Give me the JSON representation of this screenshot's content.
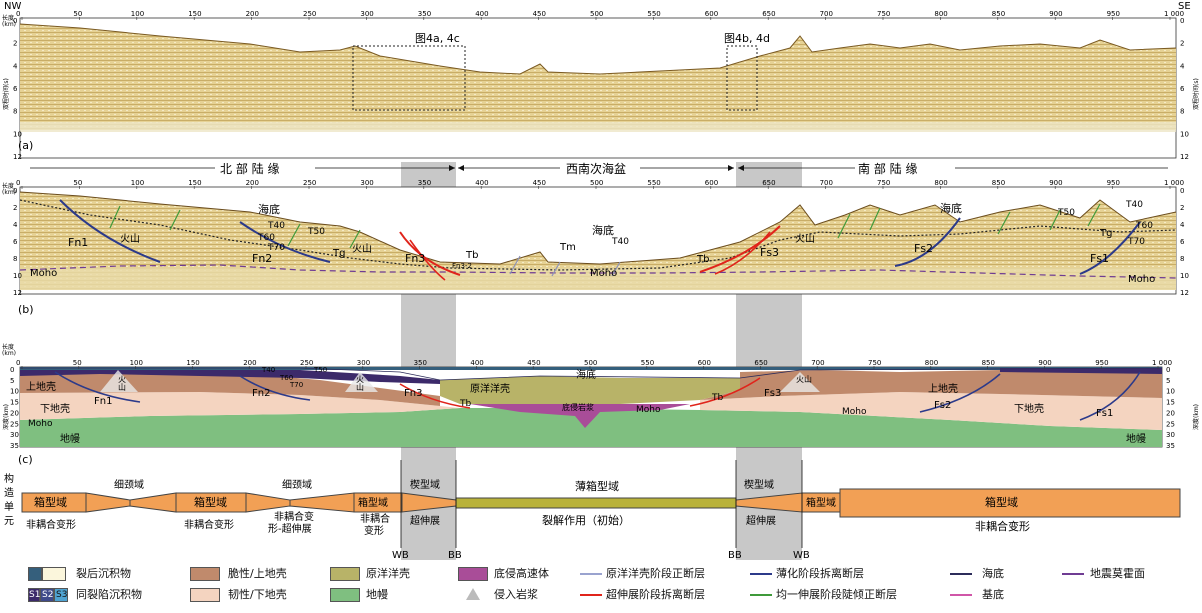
{
  "panel_a": {
    "corner_left": "NW",
    "corner_right": "SE",
    "len_label": "长度\n(km)",
    "twt_label_left": "双程时间(s)",
    "twt_label_right": "双程时间(s)",
    "box1_label": "图4a, 4c",
    "box2_label": "图4b, 4d",
    "panel_label": "(a)",
    "x_ticks": [
      "0",
      "50",
      "100",
      "150",
      "200",
      "250",
      "300",
      "350",
      "400",
      "450",
      "500",
      "550",
      "600",
      "650",
      "700",
      "750",
      "800",
      "850",
      "900",
      "950",
      "1 000"
    ],
    "y_ticks": [
      "0",
      "2",
      "4",
      "6",
      "8",
      "10",
      "12"
    ]
  },
  "regions": {
    "north": "北 部 陆 缘",
    "basin": "西南次海盆",
    "south": "南 部 陆 缘"
  },
  "panel_b": {
    "panel_label": "(b)",
    "len_label": "长度\n(km)",
    "x_ticks": [
      "0",
      "50",
      "100",
      "150",
      "200",
      "250",
      "300",
      "350",
      "400",
      "450",
      "500",
      "550",
      "600",
      "650",
      "700",
      "750",
      "800",
      "850",
      "900",
      "950",
      "1 000"
    ],
    "y_ticks": [
      "0",
      "2",
      "4",
      "6",
      "8",
      "10",
      "12"
    ],
    "labels": {
      "haidi1": "海底",
      "haidi2": "海底",
      "haidi3": "海底",
      "fn1": "Fn1",
      "fn2": "Fn2",
      "fn3": "Fn3",
      "t40": "T40",
      "t50": "T50",
      "t60": "T60",
      "t70": "T70",
      "tg": "Tg",
      "tb1": "Tb",
      "tb2": "Tb",
      "tm": "Tm",
      "t40b": "T40",
      "huoshan1": "火山",
      "huoshan2": "火山",
      "huoshan3": "火山",
      "moho1": "Moho",
      "moho2": "Moho",
      "moho3": "Moho",
      "fs3": "Fs3",
      "fs2": "Fs2",
      "fs1": "Fs1",
      "t50s": "T50",
      "tgs": "Tg",
      "t60s": "T60",
      "t70s": "T70",
      "t40s": "T40",
      "fn32": "Fn3-2"
    }
  },
  "panel_c": {
    "panel_label": "(c)",
    "len_label": "长度\n(km)",
    "depth_label_left": "深度(km)",
    "depth_label_right": "深度(km)",
    "x_ticks": [
      "0",
      "50",
      "100",
      "150",
      "200",
      "250",
      "300",
      "350",
      "400",
      "450",
      "500",
      "550",
      "600",
      "650",
      "700",
      "750",
      "800",
      "850",
      "900",
      "950",
      "1 000"
    ],
    "y_ticks": [
      "0",
      "5",
      "10",
      "15",
      "20",
      "25",
      "30",
      "35"
    ],
    "labels": {
      "shangdiqiao1": "上地壳",
      "shangdiqiao2": "上地壳",
      "xiadiqiao1": "下地壳",
      "xiadiqiao2": "下地壳",
      "dimian1": "地幔",
      "dimian2": "地幔",
      "yuanyang": "原洋洋壳",
      "haidi": "海底",
      "diqin": "底侵岩浆",
      "moho1": "Moho",
      "moho2": "Moho",
      "moho3": "Moho",
      "fn1": "Fn1",
      "fn2": "Fn2",
      "fn3": "Fn3",
      "fs1": "Fs1",
      "fs2": "Fs2",
      "fs3": "Fs3",
      "tb1": "Tb",
      "tb2": "Tb",
      "huoshan1": "火\n山",
      "huoshan2": "火山",
      "huoshan3": "火\n山",
      "t40": "T40",
      "t50": "T50",
      "t60": "T60",
      "t70": "T70"
    }
  },
  "tectonic": {
    "side_label": "构造单元",
    "units": [
      {
        "top": "箱型域",
        "bottom": "非耦合变形"
      },
      {
        "top": "细颈域",
        "bottom": ""
      },
      {
        "top": "箱型域",
        "bottom": "非耦合变形"
      },
      {
        "top": "细颈域",
        "bottom": "非耦合变形-超伸展"
      },
      {
        "top": "箱型域",
        "bottom": "非耦合变形"
      },
      {
        "top": "楔型域",
        "bottom": "超伸展"
      },
      {
        "top": "薄箱型域",
        "bottom": "裂解作用（初始）"
      },
      {
        "top": "楔型域",
        "bottom": "超伸展"
      },
      {
        "top": "箱型域",
        "bottom": ""
      },
      {
        "top": "箱型域",
        "bottom": "非耦合变形"
      }
    ],
    "boundaries": [
      "WB",
      "BB",
      "BB",
      "WB"
    ]
  },
  "legend": {
    "post_rift": "裂后沉积物",
    "syn_rift": "同裂陷沉积物",
    "s1": "S1",
    "s2": "S2",
    "s3": "S3",
    "brittle": "脆性/上地壳",
    "ductile": "韧性/下地壳",
    "oceanic": "原洋洋壳",
    "mantle": "地幔",
    "underplate": "底侵高速体",
    "intrusion": "侵入岩浆",
    "proto_faults": "原洋洋壳阶段正断层",
    "hyper_faults": "超伸展阶段拆离断层",
    "thin_faults": "薄化阶段拆离断层",
    "uniform_faults": "均一伸展阶段陡倾正断层",
    "seafloor": "海底",
    "basement": "基底",
    "moho_surface": "地震莫霍面"
  },
  "colors": {
    "seismic": "#e3cf8e",
    "upper_crust": "#c08a6c",
    "lower_crust": "#f4d4c0",
    "mantle": "#7fbf80",
    "oceanic": "#b8b368",
    "underplate": "#a94d98",
    "post_rift": "#355f7c",
    "post_rift_light": "#fbf6dc",
    "syn_rift": "#3c2a6a",
    "red_fault": "#e0241b",
    "blue_fault": "#2c3a8a",
    "green_fault": "#3f9a3a",
    "moho_purple": "#6f3c93",
    "box_orange": "#f2a055",
    "thin_box": "#b9b23a",
    "grey_band": "#c8c8c8"
  }
}
